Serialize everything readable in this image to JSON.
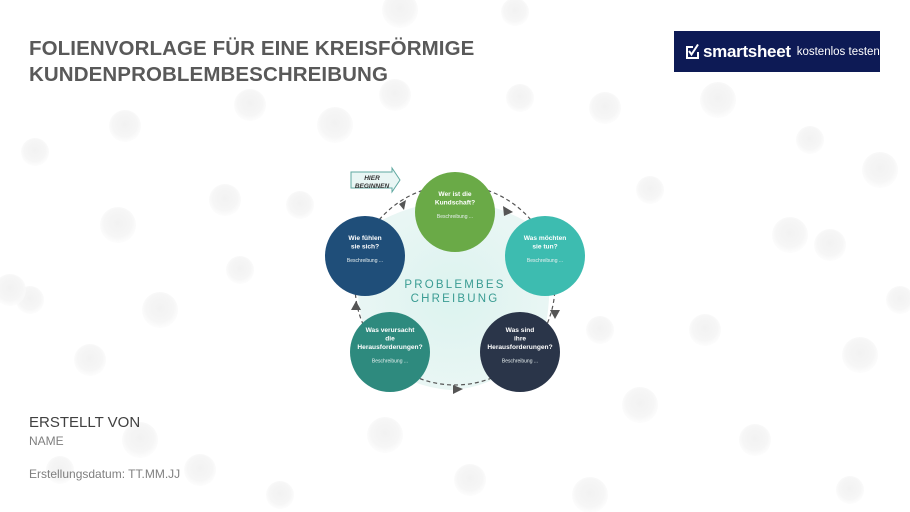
{
  "title": {
    "line1": "FOLIENVORLAGE FÜR EINE KREISFÖRMIGE",
    "line2": "KUNDENPROBLEMBESCHREIBUNG"
  },
  "brand": {
    "name": "smartsheet",
    "cta": "kostenlos testen",
    "icon": "checkmark-icon",
    "bg_color": "#0d1a55"
  },
  "diagram": {
    "start_label": {
      "line1": "HIER",
      "line2": "BEGINNEN"
    },
    "center": {
      "line1": "PROBLEMBES",
      "line2": "CHREIBUNG"
    },
    "circles": [
      {
        "title": [
          "Wer ist die",
          "Kundschaft?"
        ],
        "desc": "Beschreibung ...",
        "color": "#6aaa47"
      },
      {
        "title": [
          "Was möchten",
          "sie tun?"
        ],
        "desc": "Beschreibung ...",
        "color": "#3dbcb0"
      },
      {
        "title": [
          "Was sind",
          "ihre",
          "Herausforderungen?"
        ],
        "desc": "Beschreibung ...",
        "color": "#2a3549"
      },
      {
        "title": [
          "Was verursacht",
          "die",
          "Herausforderungen?"
        ],
        "desc": "Beschreibung ...",
        "color": "#2e8a7e"
      },
      {
        "title": [
          "Wie fühlen",
          "sie sich?"
        ],
        "desc": "Beschreibung ...",
        "color": "#1f4e79"
      }
    ]
  },
  "footer": {
    "created_by": "ERSTELLT VON",
    "name": "NAME",
    "date": "Erstellungsdatum: TT.MM.JJ"
  }
}
